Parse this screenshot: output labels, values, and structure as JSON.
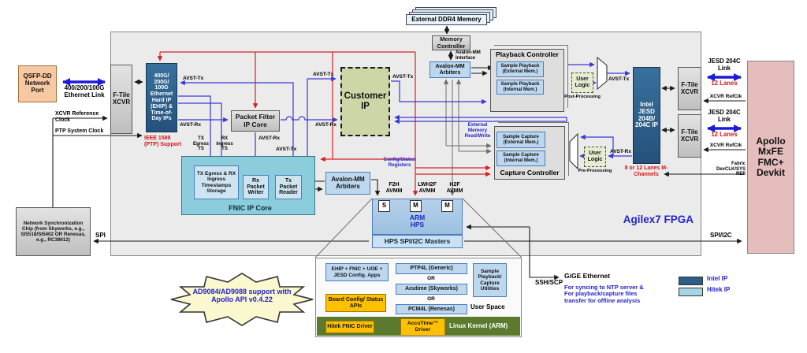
{
  "colors": {
    "intel_ip": "#2d5f86",
    "hitek_ip": "#a7d5e4",
    "accent_blue": "#2323cc",
    "accent_red": "#d01818"
  },
  "fpga": {
    "label": "Agilex7 FPGA"
  },
  "left": {
    "qsfp": "QSFP-DD Network Port",
    "eth_link": "400/200/100G Ethernet Link",
    "xcvr_ref_clock": "XCVR Reference Clock",
    "ptp_clock": "PTP System Clock",
    "sync_chip": "Network Synchronization Chip (from Skyworks, e.g., SI5518/SI5402 OR Renesas, e.g., RC38612)",
    "spi": "SPI"
  },
  "xcvr": {
    "ftile": "F-Tile XCVR"
  },
  "ehip": {
    "title": "400G/ 200G/ 100G Ethernet Hard IP (EHIP) & Time-of-Day IPs",
    "ieee": "IEEE 1588 (PTP) Support"
  },
  "signals": {
    "avst_tx": "AVST-Tx",
    "avst_rx": "AVST-Rx",
    "tx_egress_ts": "TX Egress TS",
    "rx_ingress_ts": "RX Ingress TS"
  },
  "fnic": {
    "title": "FNIC IP Core",
    "ts_storage": "TX Egress & RX Ingress Timestamps Storage",
    "rx_writer": "Rx Packet Writer",
    "tx_reader": "Tx Packet Reader"
  },
  "packet_filter": {
    "title": "Packet Filter IP Core"
  },
  "customer_ip": {
    "title": "Customer IP"
  },
  "memory": {
    "ddr4": "External DDR4 Memory",
    "controller": "Memory Controller",
    "avmm_if": "Avalon-MM Interface",
    "arbiters": "Avalon-MM Arbiters",
    "ext_rw": "External Memory Read/Write"
  },
  "hps": {
    "config_status": "Config/Status Registers",
    "f2h": "F2H AVMM",
    "lwh2f": "LWH2F AVMM",
    "h2f": "H2F AVMM",
    "s": "S",
    "m": "M",
    "arm": "ARM\nHPS",
    "masters": "HPS SPI/I2C Masters"
  },
  "playback": {
    "title": "Playback Controller",
    "ext": "Sample Playback (External Mem.)",
    "int": "Sample Playback (Internal Mem.)",
    "user_logic": "User Logic",
    "post": "Post-Processing"
  },
  "capture": {
    "title": "Capture Controller",
    "ext": "Sample Capture (External Mem.)",
    "int": "Sample Capture (Internal Mem.)",
    "user_logic": "User Logic",
    "pre": "Pre-Processing"
  },
  "jesd": {
    "title": "Intel JESD 204B/ 204C IP",
    "lanes": "8 or 12 Lanes M-Channels"
  },
  "right": {
    "jesd_link": "JESD 204C Link",
    "lanes12": "12 Lanes",
    "refclk": "XCVR RefClk",
    "fabric": "Fabric DevCLK/SYS REF",
    "apollo": "Apollo MxFE FMC+ Devkit",
    "spi_i2c": "SPI/I2C"
  },
  "software": {
    "apps": "EHIP + FNIC + UOE + JESD Config. Apps",
    "board_api": "Board Config/ Status APIs",
    "ptp4l": "PTP4L (Generic)",
    "or": "OR",
    "acutime": "Acutime (Skyworks)",
    "pcm4l": "PCM4L (Renesas)",
    "utilities": "Sample Playback/ Capture Utilities",
    "user_space": "User Space",
    "fnic_driver": "Hitek FNIC Driver",
    "accutime_driver": "AccuTime™ Driver",
    "kernel": "Linux Kernel (ARM)"
  },
  "callout": {
    "text": "AD9084/AD9088 support with Apollo API v0.4.22"
  },
  "bottom": {
    "ssh": "SSH/SCP",
    "gige": "GiGE Ethernet",
    "gige_note": "For syncing to NTP server & For playback/capture files transfer for offline analysis"
  },
  "legend": {
    "intel": "Intel IP",
    "hitek": "Hitek IP"
  }
}
